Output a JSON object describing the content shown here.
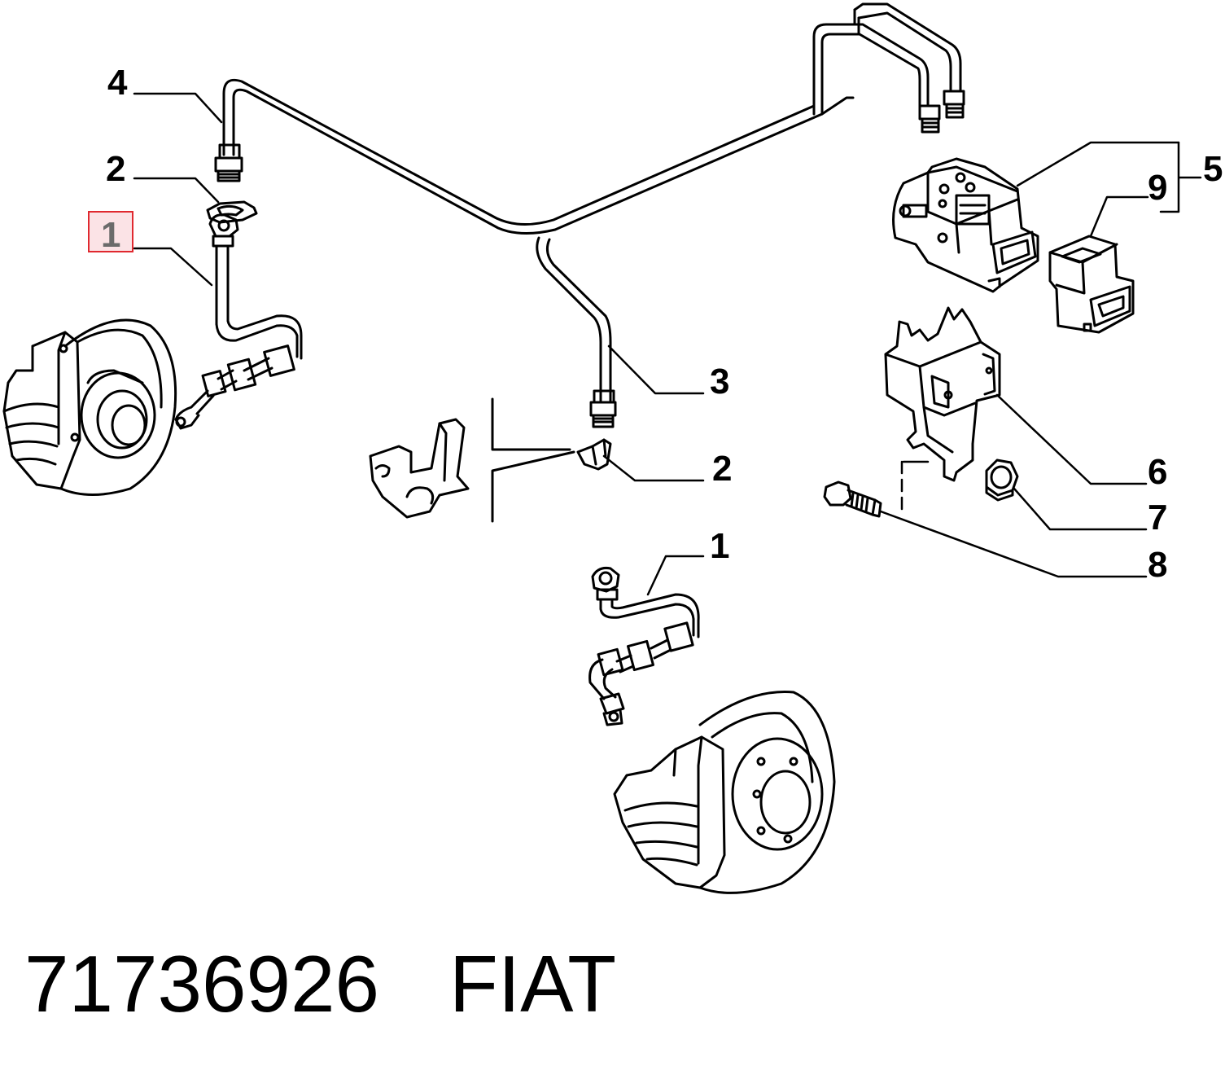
{
  "callouts": {
    "c1_highlighted": "1",
    "c2_top": "2",
    "c4": "4",
    "c3": "3",
    "c2_mid": "2",
    "c1_lower": "1",
    "c5": "5",
    "c9": "9",
    "c6": "6",
    "c7": "7",
    "c8": "8"
  },
  "highlight_color": "#fbe3e6",
  "highlight_border": "#e0292f",
  "footer": {
    "part_number": "71736926",
    "brand": "FIAT"
  }
}
